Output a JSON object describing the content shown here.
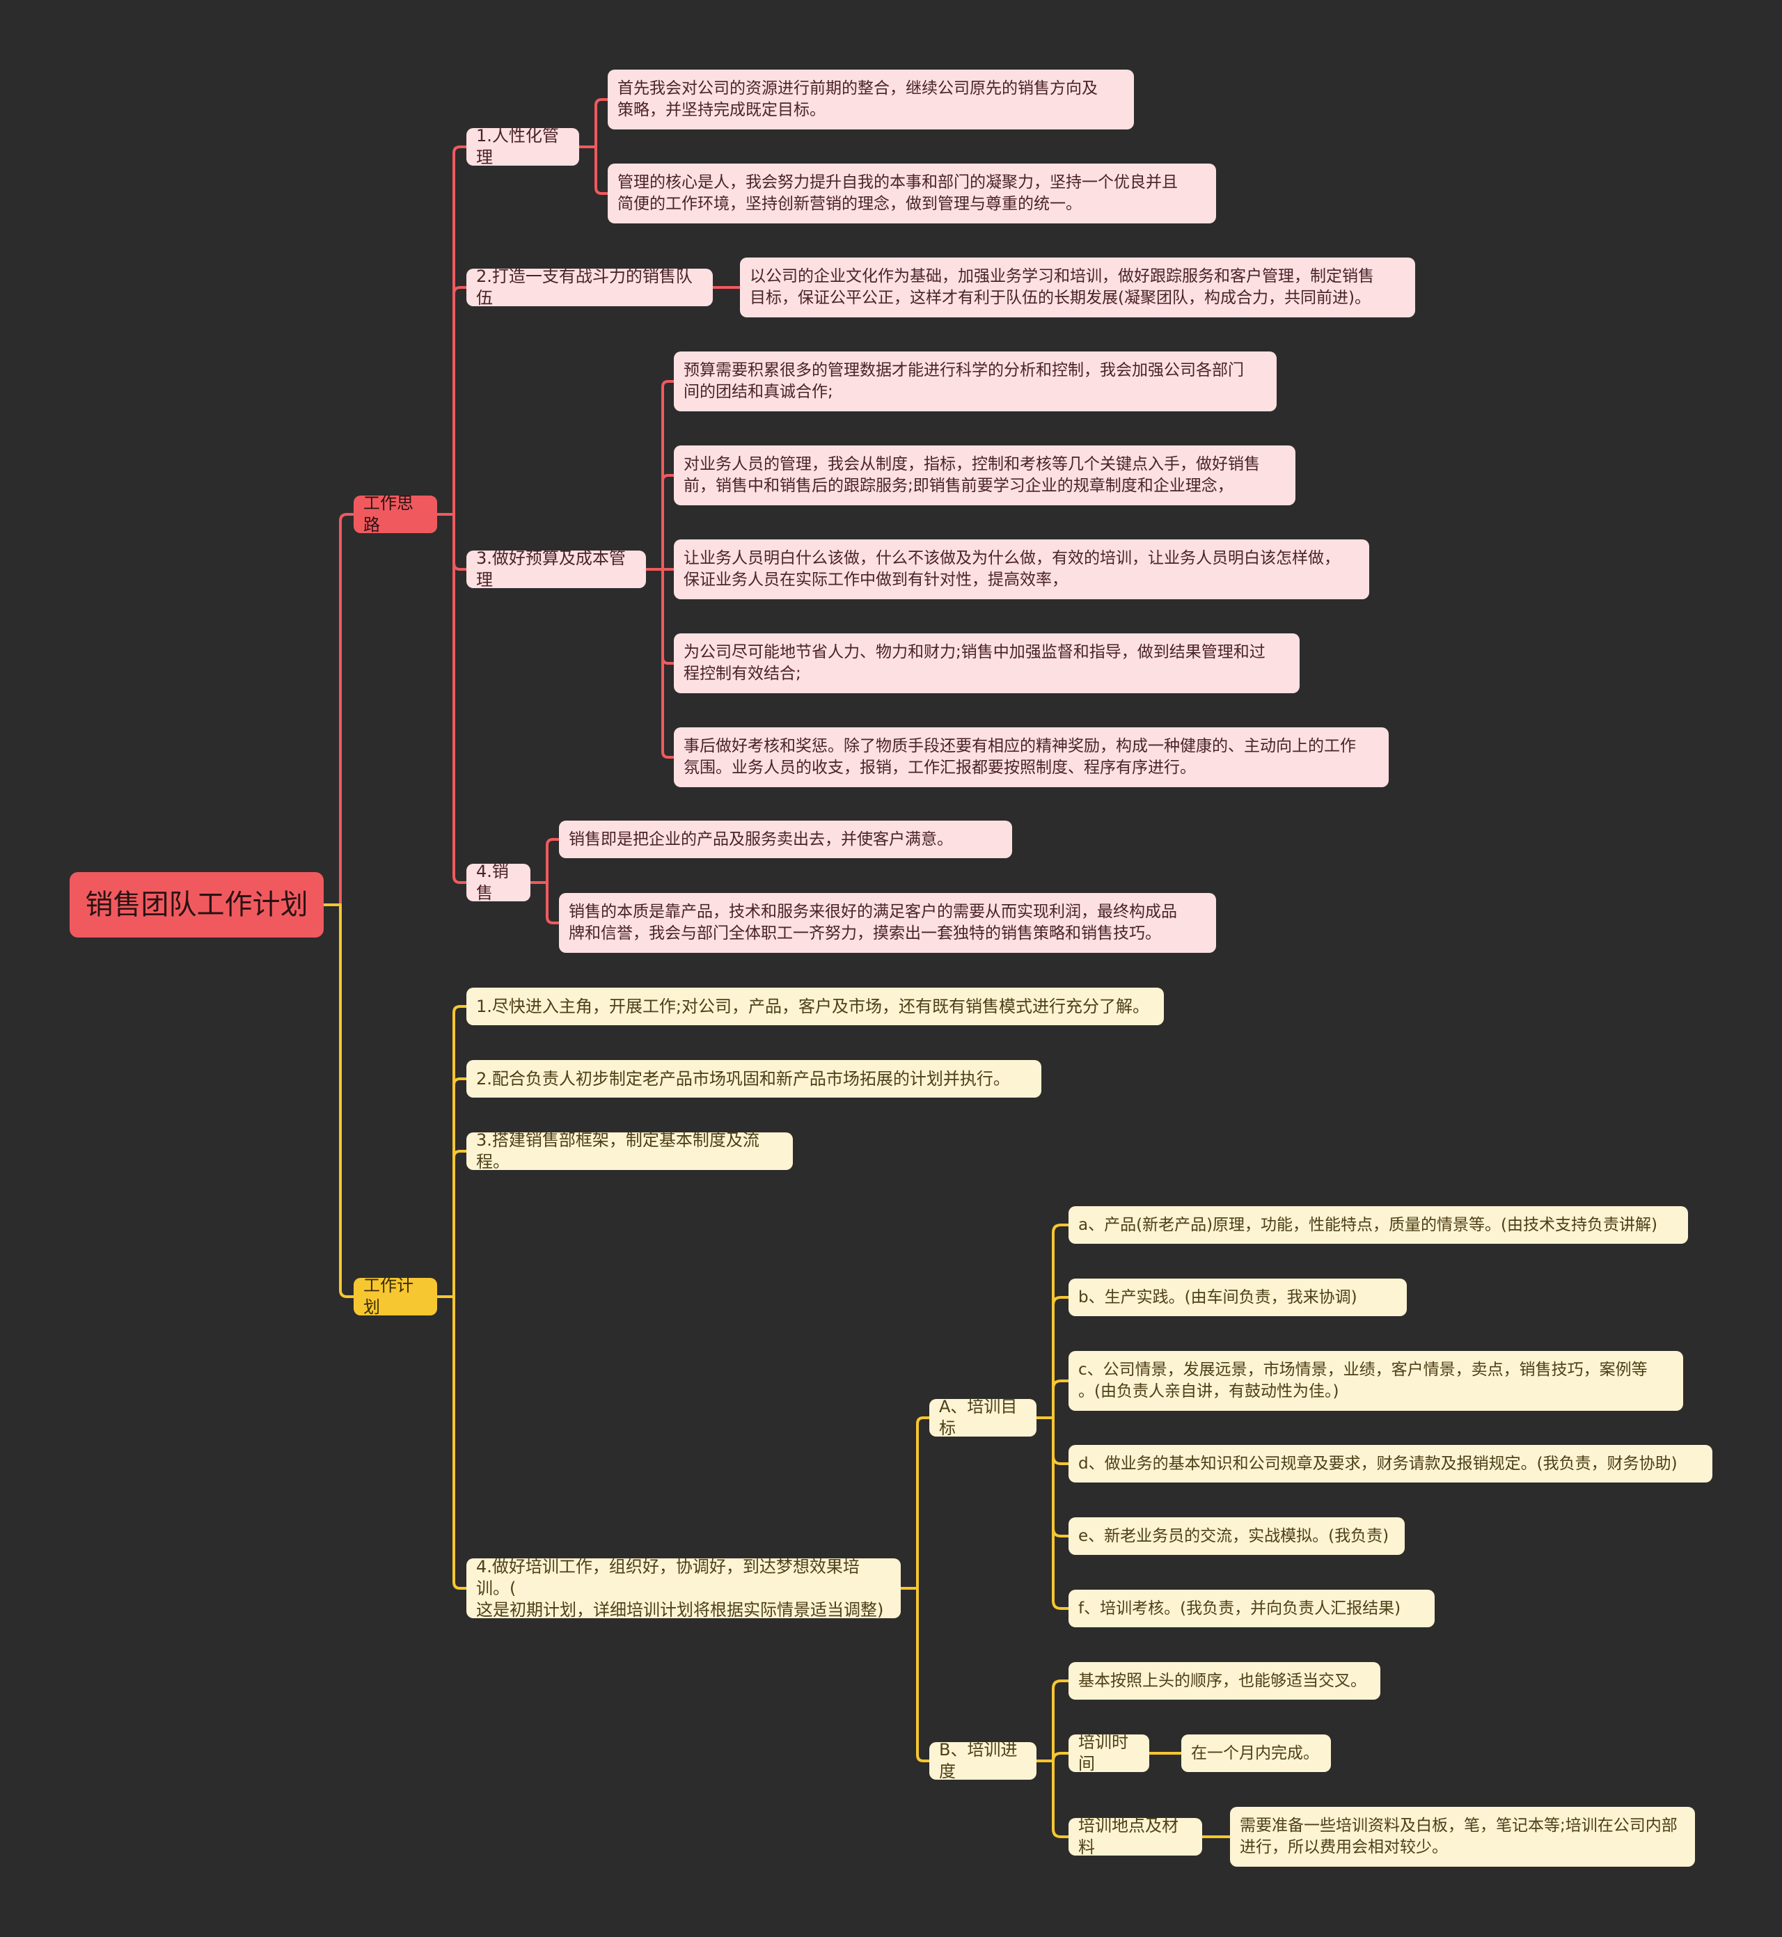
{
  "colors": {
    "background": "#2c2c2c",
    "red_branch": "#f05a5f",
    "yellow_branch": "#f7c731"
  },
  "root": {
    "label": "销售团队工作计划"
  },
  "branch_thinking": {
    "label": "工作思路",
    "items": [
      {
        "label": "1.人性化管理",
        "leaves": [
          "首先我会对公司的资源进行前期的整合，继续公司原先的销售方向及\n策略，并坚持完成既定目标。",
          "管理的核心是人，我会努力提升自我的本事和部门的凝聚力，坚持一个优良并且\n简便的工作环境，坚持创新营销的理念，做到管理与尊重的统一。"
        ]
      },
      {
        "label": "2.打造一支有战斗力的销售队伍",
        "leaves": [
          "以公司的企业文化作为基础，加强业务学习和培训，做好跟踪服务和客户管理，制定销售\n目标，保证公平公正，这样才有利于队伍的长期发展(凝聚团队，构成合力，共同前进)。"
        ]
      },
      {
        "label": "3.做好预算及成本管理",
        "leaves": [
          "预算需要积累很多的管理数据才能进行科学的分析和控制，我会加强公司各部门\n间的团结和真诚合作;",
          "对业务人员的管理，我会从制度，指标，控制和考核等几个关键点入手，做好销售\n前，销售中和销售后的跟踪服务;即销售前要学习企业的规章制度和企业理念，",
          "让业务人员明白什么该做，什么不该做及为什么做，有效的培训，让业务人员明白该怎样做，\n保证业务人员在实际工作中做到有针对性，提高效率，",
          "为公司尽可能地节省人力、物力和财力;销售中加强监督和指导，做到结果管理和过\n程控制有效结合;",
          "事后做好考核和奖惩。除了物质手段还要有相应的精神奖励，构成一种健康的、主动向上的工作\n氛围。业务人员的收支，报销，工作汇报都要按照制度、程序有序进行。"
        ]
      },
      {
        "label": "4.销售",
        "leaves": [
          "销售即是把企业的产品及服务卖出去，并使客户满意。",
          "销售的本质是靠产品，技术和服务来很好的满足客户的需要从而实现利润，最终构成品\n牌和信誉，我会与部门全体职工一齐努力，摸索出一套独特的销售策略和销售技巧。"
        ]
      }
    ]
  },
  "branch_plan": {
    "label": "工作计划",
    "items": [
      "1.尽快进入主角，开展工作;对公司，产品，客户及市场，还有既有销售模式进行充分了解。",
      "2.配合负责人初步制定老产品市场巩固和新产品市场拓展的计划并执行。",
      "3.搭建销售部框架，制定基本制度及流程。"
    ],
    "training": {
      "label": "4.做好培训工作，组织好，协调好，到达梦想效果培训。(\n这是初期计划，详细培训计划将根据实际情景适当调整)",
      "goal": {
        "label": "A、培训目标",
        "leaves": [
          "a、产品(新老产品)原理，功能，性能特点，质量的情景等。(由技术支持负责讲解)",
          "b、生产实践。(由车间负责，我来协调)",
          "c、公司情景，发展远景，市场情景，业绩，客户情景，卖点，销售技巧，案例等\n。(由负责人亲自讲，有鼓动性为佳。)",
          "d、做业务的基本知识和公司规章及要求，财务请款及报销规定。(我负责，财务协助)",
          "e、新老业务员的交流，实战模拟。(我负责)",
          "f、培训考核。(我负责，并向负责人汇报结果)"
        ]
      },
      "progress": {
        "label": "B、培训进度",
        "order": "基本按照上头的顺序，也能够适当交叉。",
        "time": {
          "label": "培训时间",
          "value": "在一个月内完成。"
        },
        "place": {
          "label": "培训地点及材料",
          "value": "需要准备一些培训资料及白板，笔，笔记本等;培训在公司内部\n进行，所以费用会相对较少。"
        }
      }
    }
  }
}
